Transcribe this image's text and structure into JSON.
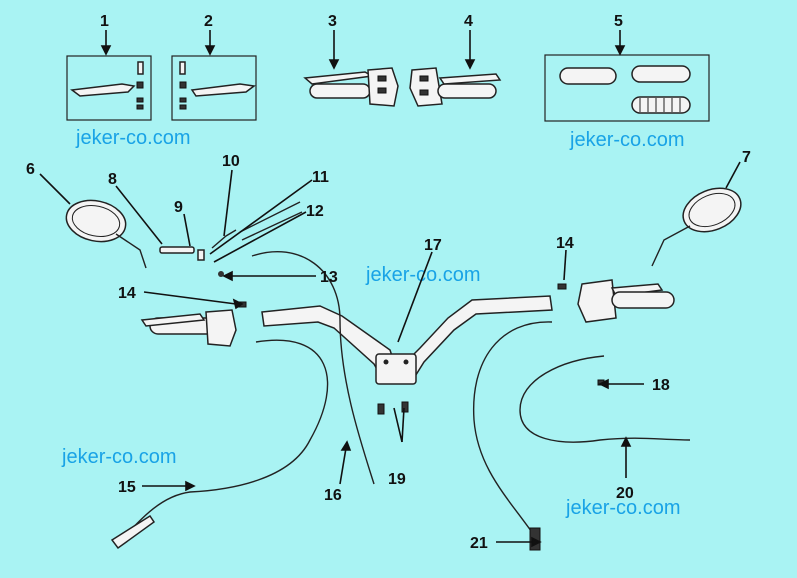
{
  "watermark": "jeker-co.com",
  "colors": {
    "background": "#a9f3f3",
    "watermark": "#19a3e6"
  },
  "callouts": [
    {
      "id": "1",
      "label": "1"
    },
    {
      "id": "2",
      "label": "2"
    },
    {
      "id": "3",
      "label": "3"
    },
    {
      "id": "4",
      "label": "4"
    },
    {
      "id": "5",
      "label": "5"
    },
    {
      "id": "6",
      "label": "6"
    },
    {
      "id": "7",
      "label": "7"
    },
    {
      "id": "8",
      "label": "8"
    },
    {
      "id": "9",
      "label": "9"
    },
    {
      "id": "10",
      "label": "10"
    },
    {
      "id": "11",
      "label": "11"
    },
    {
      "id": "12",
      "label": "12"
    },
    {
      "id": "13",
      "label": "13"
    },
    {
      "id": "14a",
      "label": "14"
    },
    {
      "id": "14b",
      "label": "14"
    },
    {
      "id": "15",
      "label": "15"
    },
    {
      "id": "16",
      "label": "16"
    },
    {
      "id": "17",
      "label": "17"
    },
    {
      "id": "18",
      "label": "18"
    },
    {
      "id": "19",
      "label": "19"
    },
    {
      "id": "20",
      "label": "20"
    },
    {
      "id": "21",
      "label": "21"
    }
  ]
}
